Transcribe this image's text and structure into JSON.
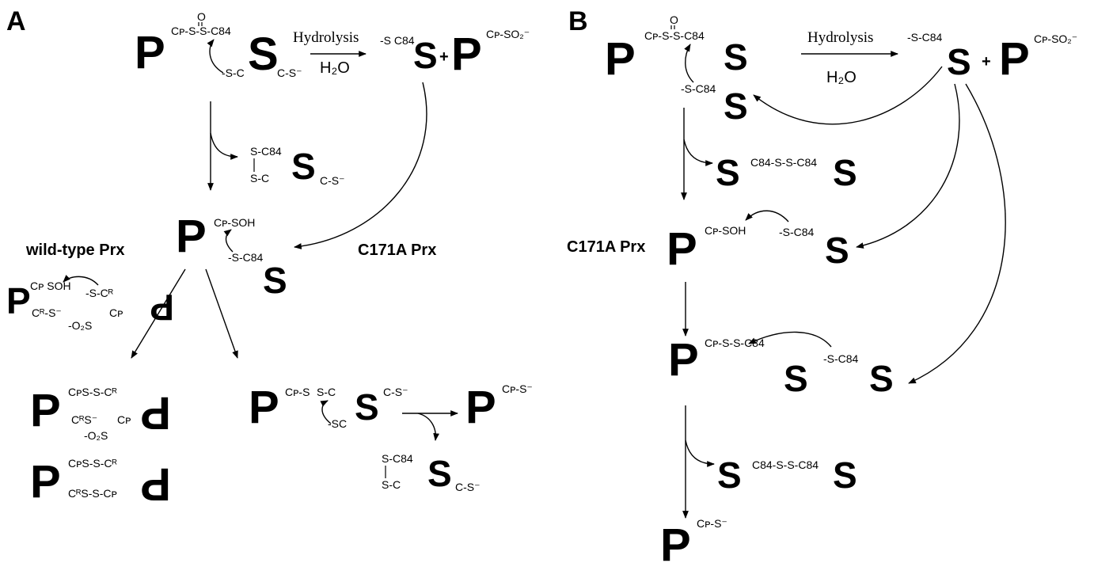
{
  "panels": {
    "a": "A",
    "b": "B"
  },
  "glyphs": {
    "prx": "P",
    "srx": "S",
    "prx_flipped": "P"
  },
  "conditions": {
    "hydrolysis": "Hydrolysis",
    "water": "H₂O"
  },
  "labels": {
    "wild_type": "wild-type Prx",
    "c171a": "C171A Prx"
  },
  "fragments": {
    "cp": "Cᴘ",
    "cp_dash_s": "Cᴘ-S",
    "cp_s_o_s_c84": "Cᴘ-S-S-C84",
    "cp_so2": "Cᴘ-SO₂⁻",
    "cp_soh": "Cᴘ-SOH",
    "cp_s_minus": "Cᴘ-S⁻",
    "cp_s_s_c84": "Cᴘ-S-S-C84",
    "o": "O",
    "s_c84": "-S-C84",
    "s_c84_free": "-S C84",
    "s_c84_left": "S-C84",
    "s_c": "S-C",
    "minus_s_c": "-S-C",
    "minus_sc": "-SC",
    "c_s_minus": "C-S⁻",
    "c84_s_s_c84": "C84-S-S-C84",
    "cp_soh_wt": "Cᴘ SOH",
    "s_cr": "-S-Cᴿ",
    "cr_s_minus": "CᴿS⁻",
    "cr_s": "Cᴿ-S⁻",
    "o2s": "-O₂S",
    "cp_r": "Cᴘ",
    "cps_s_cr": "CᴘS-S-Cᴿ",
    "cr_s_s_cp": "CᴿS-S-Cᴘ",
    "plus": "+"
  }
}
